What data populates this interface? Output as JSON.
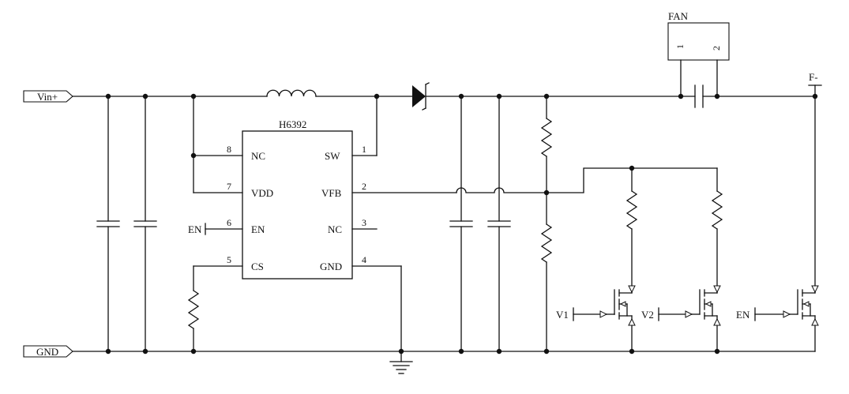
{
  "ports": {
    "vin": "Vin+",
    "gnd": "GND",
    "f_minus": "F-"
  },
  "ic": {
    "name": "H6392",
    "left_pins": [
      {
        "num": "8",
        "name": "NC"
      },
      {
        "num": "7",
        "name": "VDD"
      },
      {
        "num": "6",
        "name": "EN"
      },
      {
        "num": "5",
        "name": "CS"
      }
    ],
    "right_pins": [
      {
        "num": "1",
        "name": "SW"
      },
      {
        "num": "2",
        "name": "VFB"
      },
      {
        "num": "3",
        "name": "NC"
      },
      {
        "num": "4",
        "name": "GND"
      }
    ]
  },
  "fan": {
    "label": "FAN",
    "pin1": "1",
    "pin2": "2"
  },
  "en_label": "EN",
  "transistors": [
    {
      "gate_label": "V1"
    },
    {
      "gate_label": "V2"
    },
    {
      "gate_label": "EN"
    }
  ]
}
